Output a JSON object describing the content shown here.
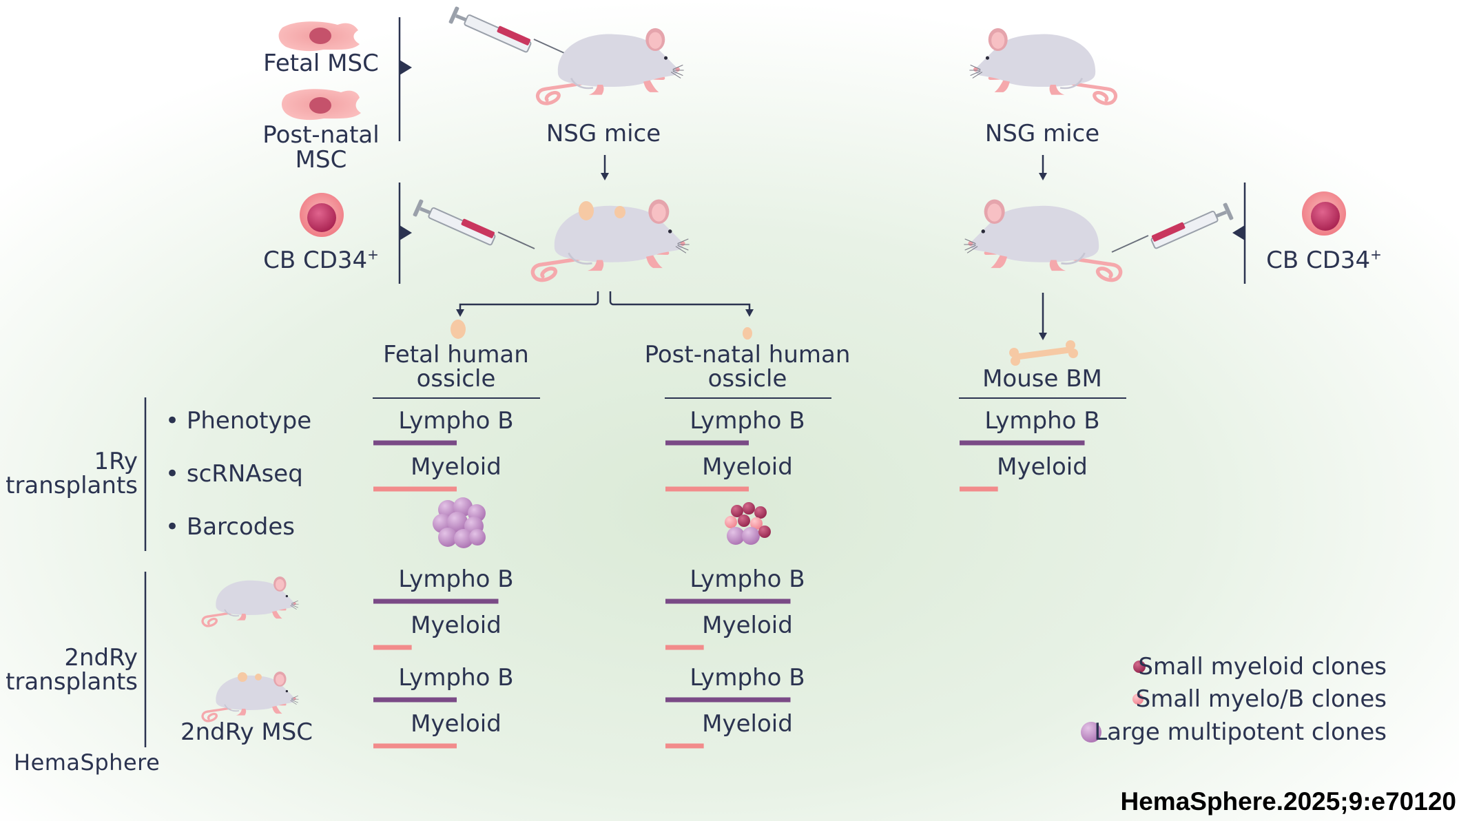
{
  "top": {
    "fetal_msc": "Fetal MSC",
    "postnatal_msc_line1": "Post-natal",
    "postnatal_msc_line2": "MSC",
    "cb_cd34_prefix": "CB CD34",
    "cb_cd34_sup": "+",
    "nsg_mice": "NSG mice"
  },
  "columns": {
    "fetal_line1": "Fetal human",
    "fetal_line2": "ossicle",
    "postnatal_line1": "Post-natal human",
    "postnatal_line2": "ossicle",
    "mouse_bm": "Mouse BM"
  },
  "rows": {
    "primary_line1": "1Ry",
    "primary_line2": "transplants",
    "phenotype": "• Phenotype",
    "scrnaseq": "• scRNAseq",
    "barcodes": "• Barcodes",
    "secondary_line1": "2ndRy",
    "secondary_line2": "transplants",
    "secondary_msc": "2ndRy MSC"
  },
  "bar_labels": {
    "lympho": "Lympho B",
    "myeloid": "Myeloid"
  },
  "bars": {
    "fetal_1ry_lympho": 0.5,
    "fetal_1ry_myeloid": 0.5,
    "postnatal_1ry_lympho": 0.5,
    "postnatal_1ry_myeloid": 0.5,
    "mouse_lympho": 0.75,
    "mouse_myeloid": 0.23,
    "fetal_2ry_a_lympho": 0.75,
    "fetal_2ry_a_myeloid": 0.23,
    "postnatal_2ry_a_lympho": 0.75,
    "postnatal_2ry_a_myeloid": 0.23,
    "fetal_2ry_b_lympho": 0.5,
    "fetal_2ry_b_myeloid": 0.5,
    "postnatal_2ry_b_lympho": 0.75,
    "postnatal_2ry_b_myeloid": 0.23
  },
  "legend": {
    "small_myeloid": "Small myeloid clones",
    "small_myelo_b": "Small myelo/B clones",
    "large_multipotent": "Large multipotent clones"
  },
  "brand": "HemaSphere",
  "citation": "HemaSphere.2025;9:e70120",
  "colors": {
    "lympho_bar": "#7a4a86",
    "myeloid_bar": "#f28b8b",
    "text": "#2b3350",
    "mouse_body": "#d9d8e3",
    "mouse_ear": "#f5a8ac",
    "msc_cell": "#f7a3a6",
    "cd34_cell": "#c93466",
    "background_tint": "#e6f2e6"
  }
}
